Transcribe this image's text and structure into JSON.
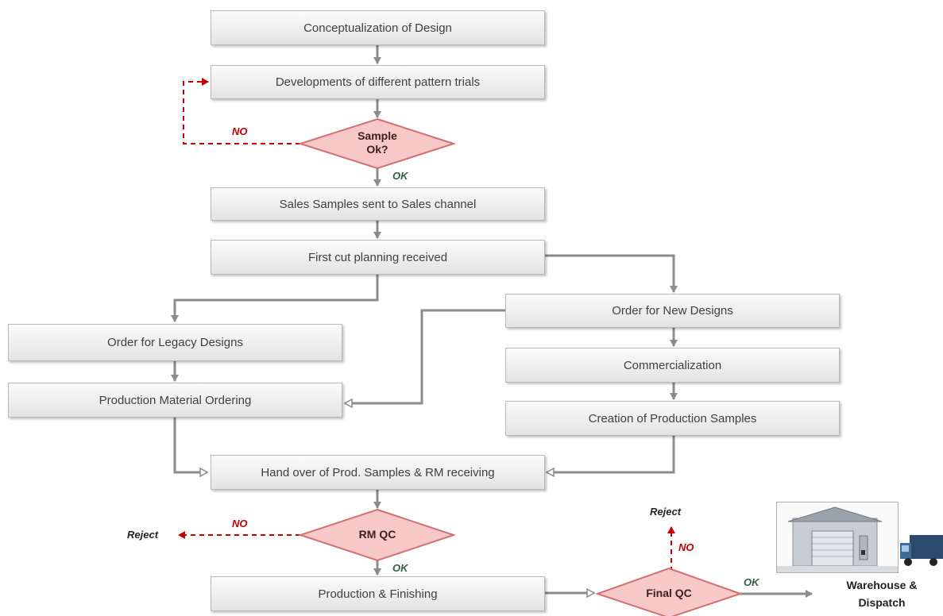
{
  "boxes": {
    "conceptualization": "Conceptualization of Design",
    "pattern_trials": "Developments of different pattern trials",
    "sales_samples": "Sales Samples sent to Sales channel",
    "first_cut": "First cut planning received",
    "new_designs": "Order for New Designs",
    "legacy_designs": "Order for Legacy Designs",
    "commercialization": "Commercialization",
    "material_ordering": "Production Material Ordering",
    "production_samples": "Creation of Production Samples",
    "handover": "Hand over of Prod. Samples & RM receiving",
    "production_finishing": "Production & Finishing"
  },
  "decisions": {
    "sample_ok_line1": "Sample",
    "sample_ok_line2": "Ok?",
    "rm_qc": "RM QC",
    "final_qc": "Final QC"
  },
  "tags": {
    "no_sample": "NO",
    "ok_sample": "OK",
    "no_rm": "NO",
    "reject_rm": "Reject",
    "ok_rm": "OK",
    "reject_final": "Reject",
    "no_final": "NO",
    "ok_final": "OK"
  },
  "warehouse": {
    "line1": "Warehouse &",
    "line2": "Dispatch",
    "icon": "warehouse-truck-icon"
  },
  "colors": {
    "decision_fill": "#f8c8c8",
    "decision_border": "#d07070",
    "no_color": "#c00000",
    "ok_color": "#2f5f3f",
    "connector": "#8c8c8c"
  }
}
